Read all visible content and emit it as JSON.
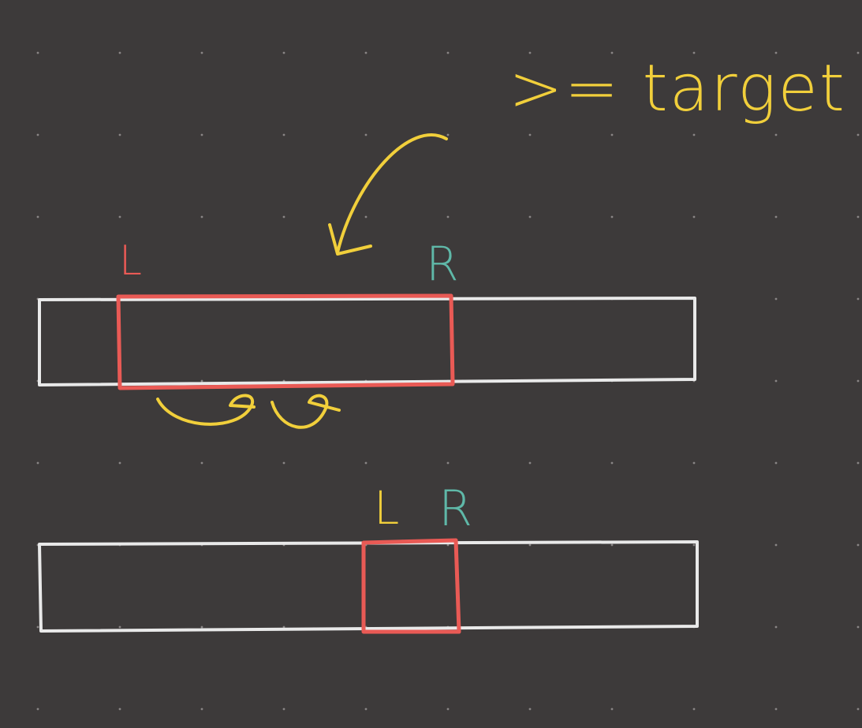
{
  "canvas": {
    "background": "#3d3a3a",
    "dot_grid": true,
    "dot_color": "#8a8686"
  },
  "colors": {
    "array_outline": "#e9e9e9",
    "window_outline": "#e95a55",
    "annotation_yellow": "#f1cf3b",
    "pointer_teal": "#5fb8a8"
  },
  "top_diagram": {
    "left_pointer_label": "L",
    "right_pointer_label": "R",
    "condition_text": ">= target",
    "condition_arrow_icon": "curved-arrow-icon",
    "shift_arrows_icon": "curly-shift-arrows-icon"
  },
  "bottom_diagram": {
    "left_pointer_label": "L",
    "right_pointer_label": "R"
  }
}
